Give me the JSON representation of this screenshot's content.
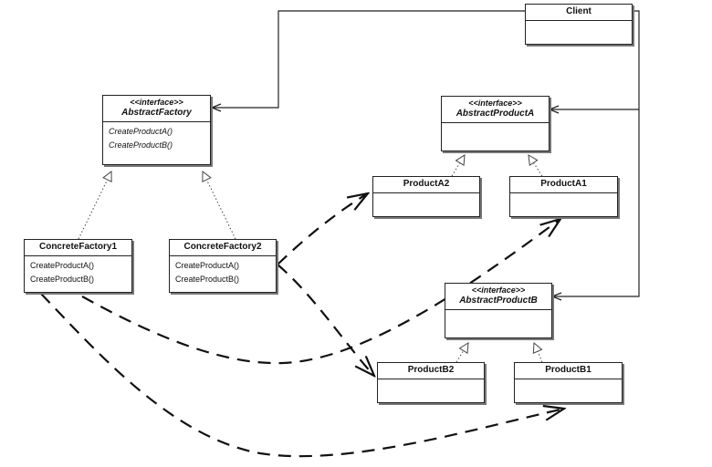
{
  "diagram": {
    "classes": {
      "client": {
        "name": "Client"
      },
      "abstract_factory": {
        "stereotype": "<<interface>>",
        "name": "AbstractFactory",
        "methods": [
          "CreateProductA()",
          "CreateProductB()"
        ]
      },
      "abstract_product_a": {
        "stereotype": "<<interface>>",
        "name": "AbstractProductA"
      },
      "abstract_product_b": {
        "stereotype": "<<interface>>",
        "name": "AbstractProductB"
      },
      "product_a1": {
        "name": "ProductA1"
      },
      "product_a2": {
        "name": "ProductA2"
      },
      "product_b1": {
        "name": "ProductB1"
      },
      "product_b2": {
        "name": "ProductB2"
      },
      "concrete_factory1": {
        "name": "ConcreteFactory1",
        "methods": [
          "CreateProductA()",
          "CreateProductB()"
        ]
      },
      "concrete_factory2": {
        "name": "ConcreteFactory2",
        "methods": [
          "CreateProductA()",
          "CreateProductB()"
        ]
      }
    },
    "relations": [
      {
        "from": "Client",
        "to": "AbstractFactory",
        "type": "association"
      },
      {
        "from": "Client",
        "to": "AbstractProductA",
        "type": "association"
      },
      {
        "from": "Client",
        "to": "AbstractProductB",
        "type": "association"
      },
      {
        "from": "ConcreteFactory1",
        "to": "AbstractFactory",
        "type": "realization"
      },
      {
        "from": "ConcreteFactory2",
        "to": "AbstractFactory",
        "type": "realization"
      },
      {
        "from": "ProductA1",
        "to": "AbstractProductA",
        "type": "realization"
      },
      {
        "from": "ProductA2",
        "to": "AbstractProductA",
        "type": "realization"
      },
      {
        "from": "ProductB1",
        "to": "AbstractProductB",
        "type": "realization"
      },
      {
        "from": "ProductB2",
        "to": "AbstractProductB",
        "type": "realization"
      },
      {
        "from": "ConcreteFactory1",
        "to": "ProductA1",
        "type": "creates"
      },
      {
        "from": "ConcreteFactory1",
        "to": "ProductB1",
        "type": "creates"
      },
      {
        "from": "ConcreteFactory2",
        "to": "ProductA2",
        "type": "creates"
      },
      {
        "from": "ConcreteFactory2",
        "to": "ProductB2",
        "type": "creates"
      }
    ]
  }
}
